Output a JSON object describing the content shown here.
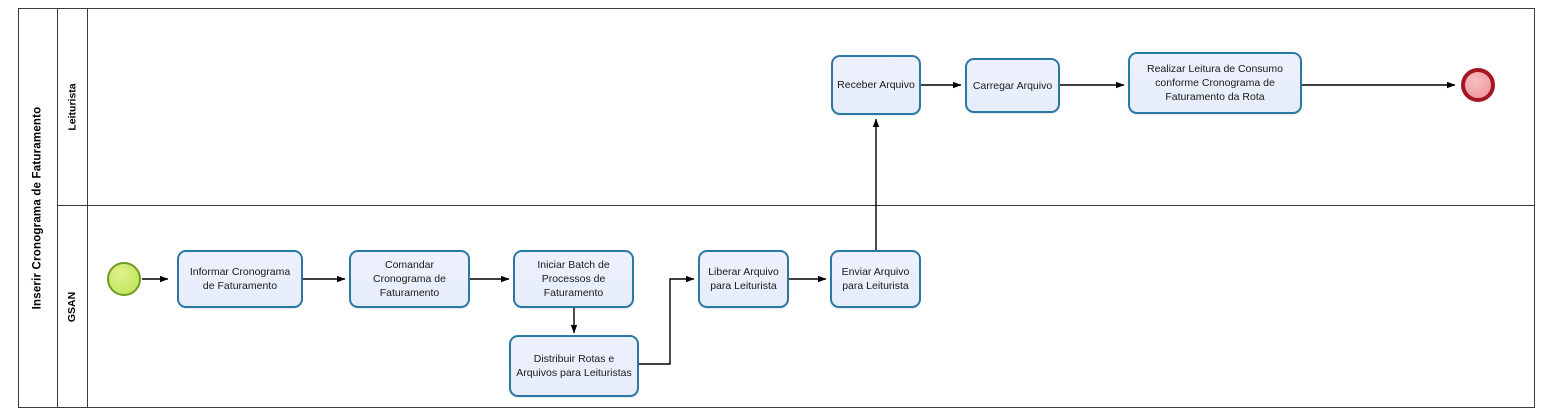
{
  "pool": {
    "label": "Inserir Cronograma de Faturamento",
    "lanes": [
      {
        "id": "leiturista",
        "label": "Leiturista"
      },
      {
        "id": "gsan",
        "label": "GSAN"
      }
    ]
  },
  "colors": {
    "task_fill": "#e9eefb",
    "task_border": "#2c78a5",
    "start_event_fill": "#cdea6e",
    "start_event_border": "#6e9b21",
    "end_event_fill": "#f3a8ad",
    "end_event_border": "#a31622",
    "frame_line": "#3b3b3b",
    "connector": "#000000"
  },
  "events": [
    {
      "id": "start",
      "type": "start-event",
      "lane": "gsan",
      "label": ""
    },
    {
      "id": "end",
      "type": "end-event",
      "lane": "leiturista",
      "label": ""
    }
  ],
  "tasks": {
    "informar_cronograma": "Informar Cronograma de Faturamento",
    "comandar_cronograma": "Comandar Cronograma de Faturamento",
    "iniciar_batch": "Iniciar Batch de Processos de Faturamento",
    "distribuir_rotas": "Distribuir  Rotas e Arquivos para Leituristas",
    "liberar_arquivo": "Liberar Arquivo para Leiturista",
    "enviar_arquivo": "Enviar Arquivo para Leiturista",
    "receber_arquivo": "Receber Arquivo",
    "carregar_arquivo": "Carregar Arquivo",
    "realizar_leitura": "Realizar Leitura de Consumo conforme Cronograma de Faturamento da Rota"
  },
  "flow": [
    {
      "from": "start",
      "to": "informar_cronograma"
    },
    {
      "from": "informar_cronograma",
      "to": "comandar_cronograma"
    },
    {
      "from": "comandar_cronograma",
      "to": "iniciar_batch"
    },
    {
      "from": "iniciar_batch",
      "to": "distribuir_rotas"
    },
    {
      "from": "distribuir_rotas",
      "to": "liberar_arquivo"
    },
    {
      "from": "liberar_arquivo",
      "to": "enviar_arquivo"
    },
    {
      "from": "enviar_arquivo",
      "to": "receber_arquivo"
    },
    {
      "from": "receber_arquivo",
      "to": "carregar_arquivo"
    },
    {
      "from": "carregar_arquivo",
      "to": "realizar_leitura"
    },
    {
      "from": "realizar_leitura",
      "to": "end"
    }
  ]
}
